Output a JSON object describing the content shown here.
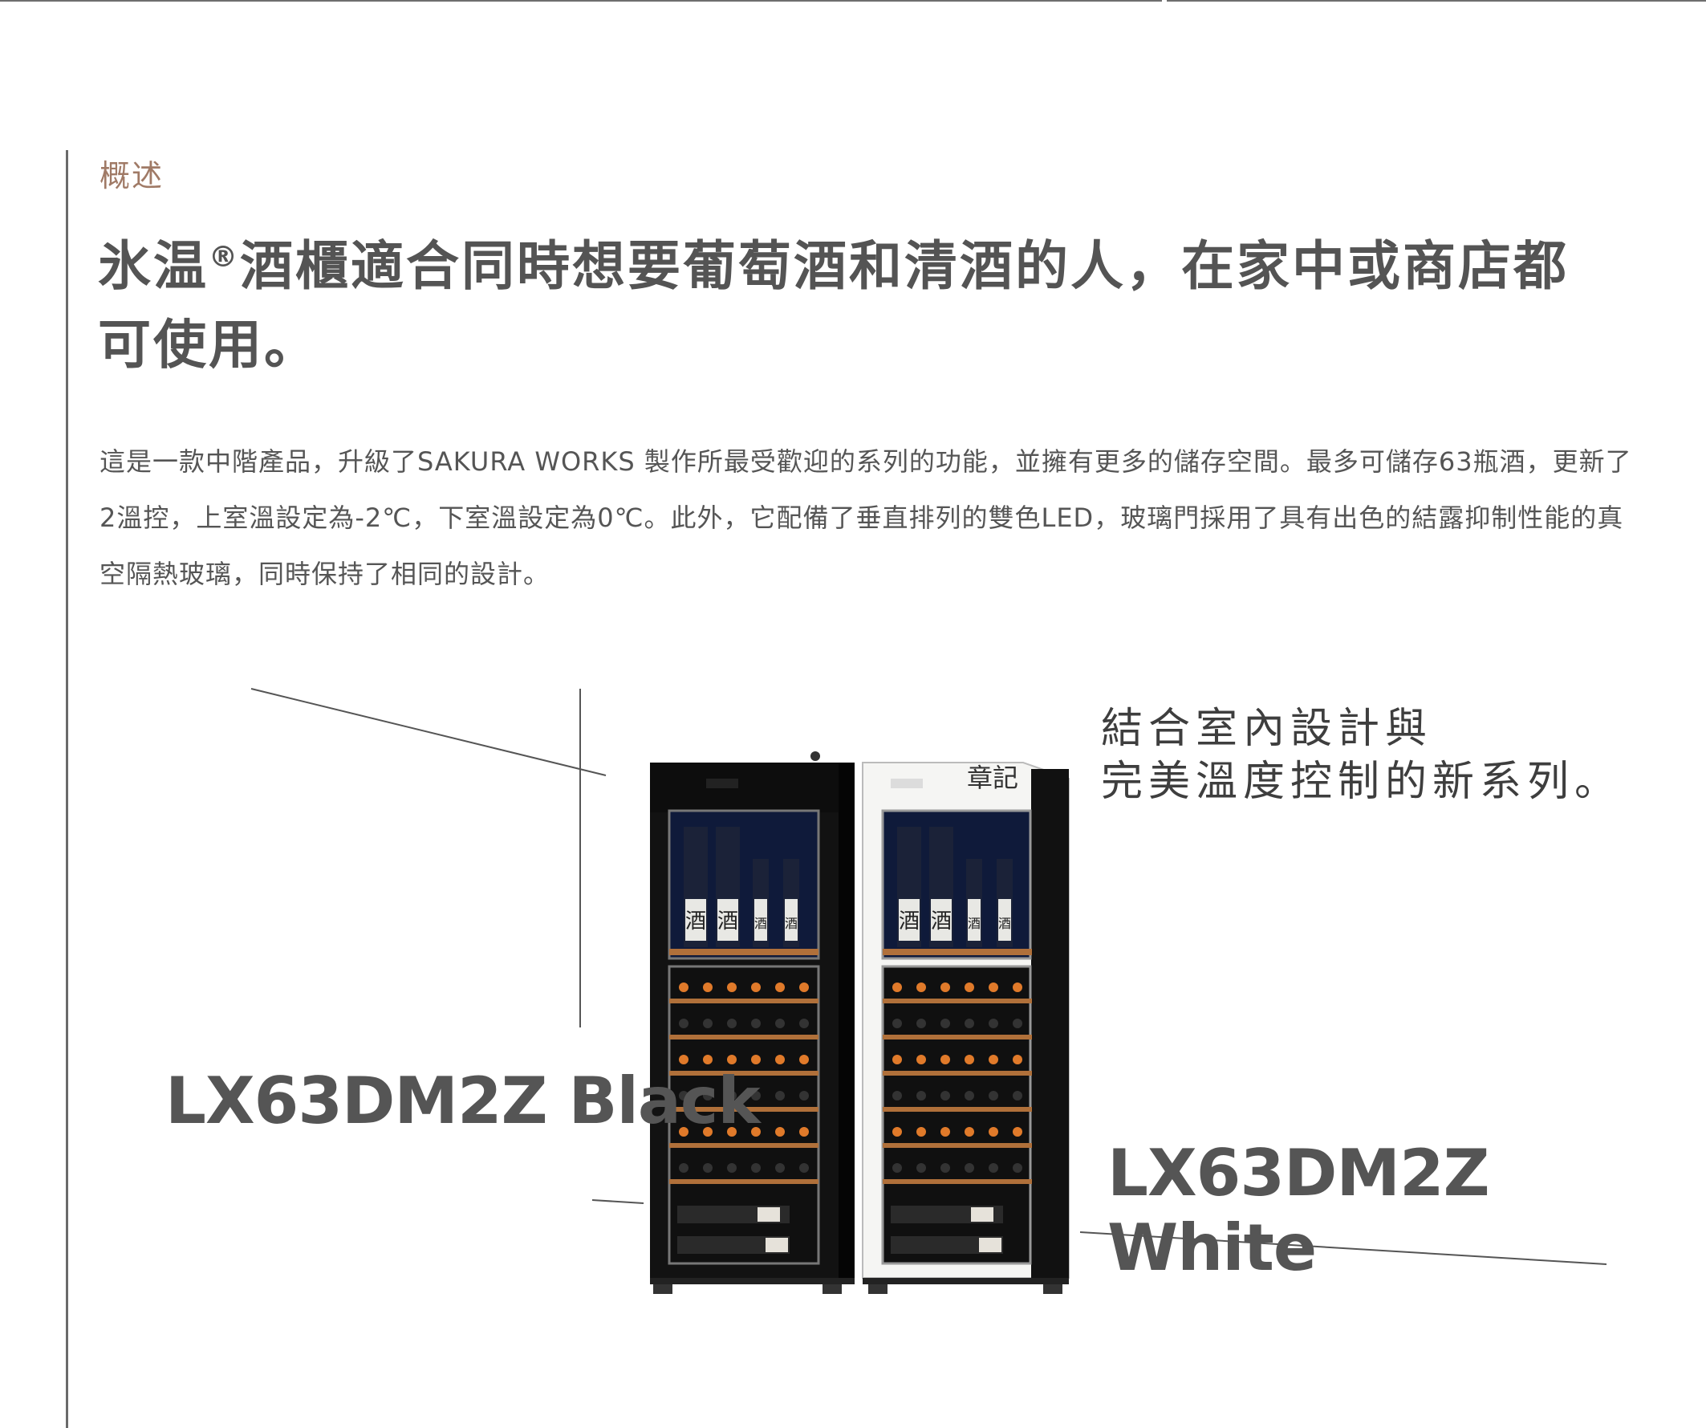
{
  "section": {
    "eyebrow": "概述",
    "headline_part1": "氷温",
    "headline_reg": "®",
    "headline_part2": "酒櫃適合同時想要葡萄酒和清酒的人，在家中或商店都可使用。",
    "body": "這是一款中階產品，升級了SAKURA WORKS 製作所最受歡迎的系列的功能，並擁有更多的儲存空間。最多可儲存63瓶酒，更新了2溫控，上室溫設定為-2℃，下室溫設定為0℃。此外，它配備了垂直排列的雙色LED，玻璃門採用了具有出色的結露抑制性能的真空隔熱玻璃，同時保持了相同的設計。"
  },
  "product": {
    "slogan_line1": "結合室內設計與",
    "slogan_line2": "完美溫度控制的新系列。",
    "label_black": "LX63DM2Z Black",
    "label_white": "LX63DM2Z White",
    "watermark": "章記",
    "bottle_label": "酒"
  },
  "colors": {
    "eyebrow": "#a07a66",
    "text": "#545454",
    "fridge_black": "#111111",
    "fridge_white": "#f4f4f2",
    "shelf_wood": "#b0703a",
    "bottle_cap": "#e07a2a"
  }
}
